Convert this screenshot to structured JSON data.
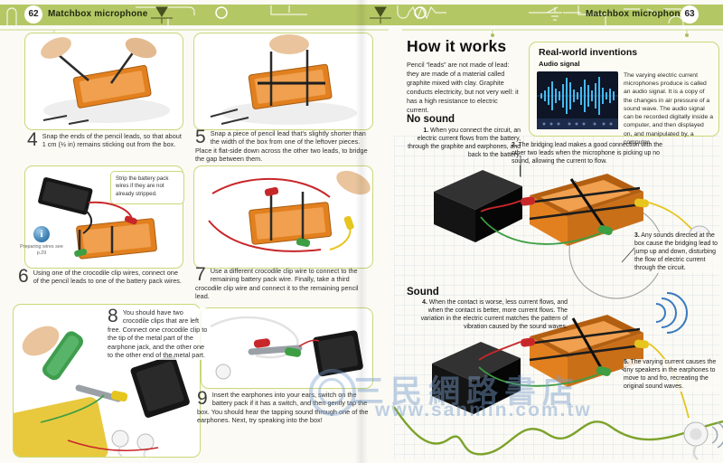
{
  "header": {
    "left_page_number": "62",
    "left_title": "Matchbox microphone",
    "right_title": "Matchbox microphone",
    "right_page_number": "63"
  },
  "left_page": {
    "steps": [
      {
        "num": "4",
        "text": "Snap the ends of the pencil leads, so that about 1 cm (½ in) remains sticking out from the box."
      },
      {
        "num": "5",
        "text": "Snap a piece of pencil lead that's slightly shorter than the width of the box from one of the leftover pieces. Place it flat-side down across the other two leads, to bridge the gap between them."
      },
      {
        "num": "6",
        "text": "Using one of the crocodile clip wires, connect one of the pencil leads to one of the battery pack wires."
      },
      {
        "num": "7",
        "text": "Use a different crocodile clip wire to connect to the remaining battery pack wire. Finally, take a third crocodile clip wire and connect it to the remaining pencil lead."
      },
      {
        "num": "8",
        "text": "You should have two crocodile clips that are left free. Connect one crocodile clip to the tip of the metal part of the earphone jack, and the other one to the other end of the metal part."
      },
      {
        "num": "9",
        "text": "Insert the earphones into your ears, switch on the battery pack if it has a switch, and then gently tap the box. You should hear the tapping sound through one of the earphones. Next, try speaking into the box!"
      }
    ],
    "tip": "Strip the battery pack wires if they are not already stripped.",
    "info_caption": "Preparing wires see p.29"
  },
  "right_page": {
    "title": "How it works",
    "intro": "Pencil “leads” are not made of lead: they are made of a material called graphite mixed with clay. Graphite conducts electricity, but not very well: it has a high resistance to electric current.",
    "inventions": {
      "title": "Real-world inventions",
      "subtitle": "Audio signal",
      "text": "The varying electric current microphones produce is called an audio signal. It is a copy of the changes in air pressure of a sound wave. The audio signal can be recorded digitally inside a computer, and then displayed on, and manipulated by, a computer."
    },
    "no_sound": {
      "heading": "No sound",
      "points": [
        {
          "num": "1.",
          "text": "When you connect the circuit, an electric current flows from the battery, through the graphite and earphones, and back to the battery."
        },
        {
          "num": "2.",
          "text": "The bridging lead makes a good connection with the other two leads when the microphone is picking up no sound, allowing the current to flow."
        },
        {
          "num": "3.",
          "text": "Any sounds directed at the box cause the bridging lead to jump up and down, disturbing the flow of electric current through the circuit."
        }
      ]
    },
    "sound": {
      "heading": "Sound",
      "points": [
        {
          "num": "4.",
          "text": "When the contact is worse, less current flows, and when the contact is better, more current flows. The variation in the electric current matches the pattern of vibration caused by the sound waves."
        },
        {
          "num": "5.",
          "text": "The varying current causes the tiny speakers in the earphones to move to and fro, recreating the original sound waves."
        }
      ]
    }
  },
  "watermark": {
    "line1": "三民網路書店",
    "line2": "www.sanmin.com.tw"
  },
  "colors": {
    "header_green": "#b4c765",
    "panel_border": "#c9d878",
    "matchbox_orange": "#e2801f",
    "battery_black": "#141414",
    "wire_red": "#c8272a",
    "wire_green": "#3d9e43",
    "wire_yellow": "#e6c51f",
    "sound_wave_blue": "#3a7abf",
    "watermark_blue": "#789ecd"
  }
}
